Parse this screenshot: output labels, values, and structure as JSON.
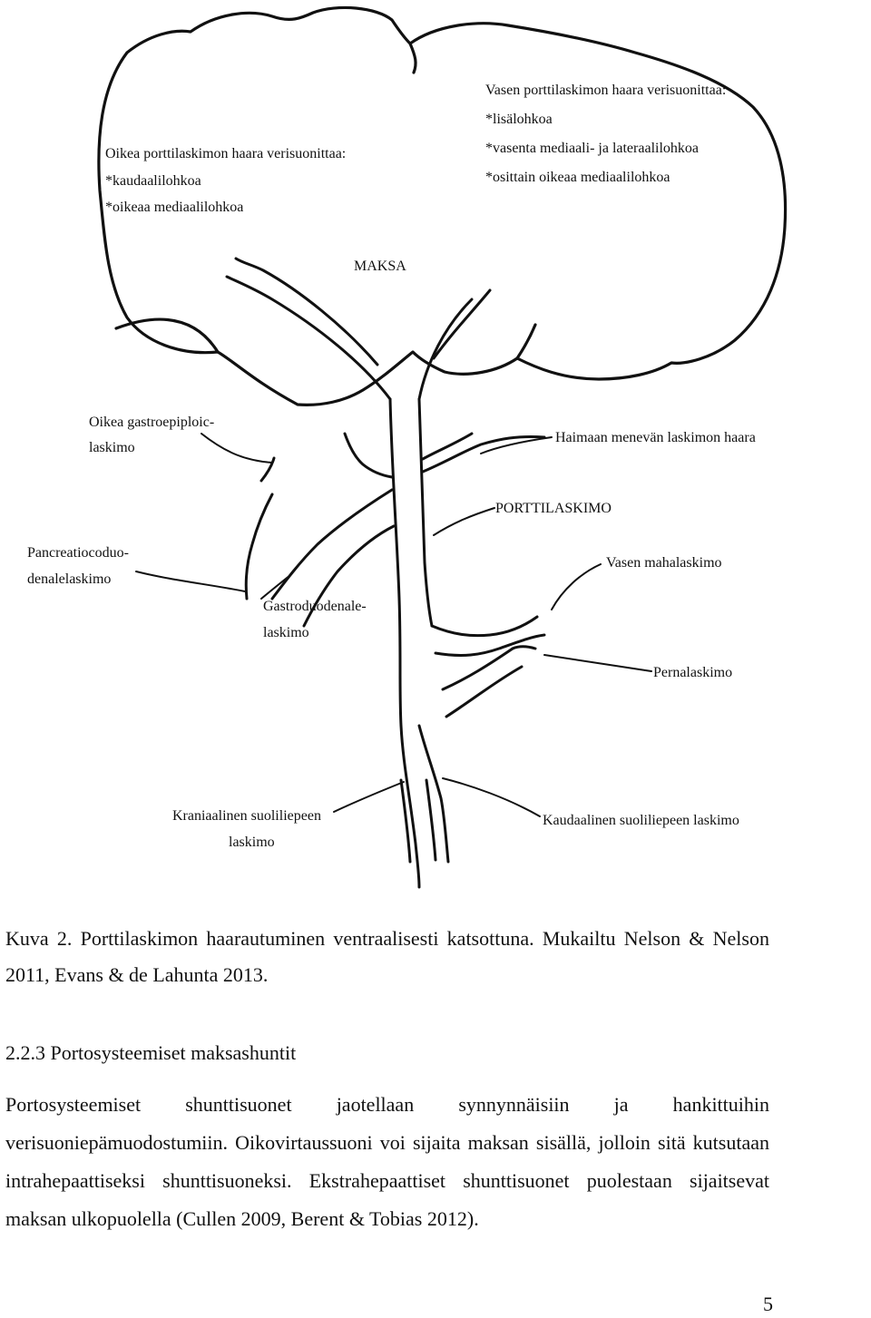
{
  "diagram": {
    "labels": {
      "vasen_title": "Vasen porttilaskimon haara verisuonittaa:",
      "vasen_1": "*lisälohkoa",
      "vasen_2": "*vasenta mediaali- ja lateraalilohkoa",
      "vasen_3": "*osittain oikeaa mediaalilohkoa",
      "oikea_title": "Oikea porttilaskimon haara verisuonittaa:",
      "oikea_1": "*kaudaalilohkoa",
      "oikea_2": "*oikeaa mediaalilohkoa",
      "maksa": "MAKSA",
      "gastroepiploic_1": "Oikea gastroepiploic-",
      "gastroepiploic_2": "laskimo",
      "haimaan": "Haimaan menevän laskimon haara",
      "porttilaskimo": "PORTTILASKIMO",
      "pancreatico_1": "Pancreatiocoduo-",
      "pancreatico_2": "denalelaskimo",
      "vasen_mahalaskimo": "Vasen mahalaskimo",
      "gastroduodenale_1": "Gastroduodenale-",
      "gastroduodenale_2": "laskimo",
      "pernalaskimo": "Pernalaskimo",
      "kraniaalinen_1": "Kraniaalinen suoliliepeen",
      "kraniaalinen_2": "laskimo",
      "kaudaalinen": "Kaudaalinen suoliliepeen laskimo"
    }
  },
  "caption": "Kuva 2. Porttilaskimon haarautuminen ventraalisesti katsottuna. Mukailtu Nelson & Nelson 2011, Evans & de Lahunta 2013.",
  "section": {
    "heading": "2.2.3 Portosysteemiset maksashuntit",
    "body": "Portosysteemiset shunttisuonet jaotellaan synnynnäisiin ja hankittuihin verisuoniepämuodostumiin. Oikovirtaussuoni voi sijaita maksan sisällä, jolloin sitä kutsutaan intrahepaattiseksi shunttisuoneksi. Ekstrahepaattiset shunttisuonet puolestaan sijaitsevat maksan ulkopuolella (Cullen 2009, Berent & Tobias 2012)."
  },
  "page_number": "5"
}
